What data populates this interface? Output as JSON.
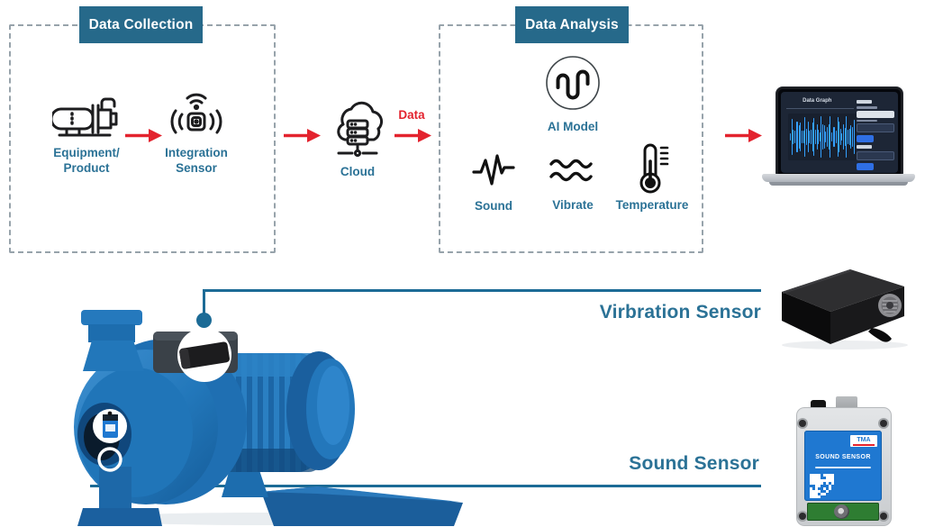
{
  "diagram": {
    "collection": {
      "title": "Data Collection",
      "equipment": {
        "line1": "Equipment/",
        "line2": "Product"
      },
      "sensor": {
        "line1": "Integration",
        "line2": "Sensor"
      }
    },
    "cloud": {
      "label": "Cloud"
    },
    "flow": {
      "data_label": "Data"
    },
    "analysis": {
      "title": "Data Analysis",
      "ai": "AI Model",
      "sound": "Sound",
      "vibrate": "Vibrate",
      "temperature": "Temperature"
    },
    "laptop": {
      "screen_title": "Data Graph"
    },
    "callouts": {
      "vibration": "Virbration Sensor",
      "sound": "Sound Sensor"
    },
    "sound_device": {
      "brand": "TMA",
      "name": "SOUND SENSOR"
    },
    "colors": {
      "header_bg": "#26698A",
      "label_text": "#2B7296",
      "accent_red": "#E3232E",
      "callout_line": "#1C6B96",
      "pump_blue": "#1E72B8"
    }
  }
}
